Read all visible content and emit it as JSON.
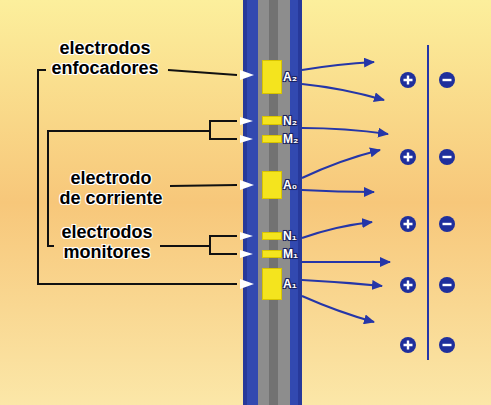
{
  "diagram": {
    "nodes": [
      {
        "text": [
          "A₂"
        ]
      },
      {
        "text": [
          "N₂"
        ]
      },
      {
        "text": [
          "M₂"
        ]
      },
      {
        "text": [
          "A₀"
        ]
      },
      {
        "text": [
          "N₁"
        ]
      },
      {
        "text": [
          "M₁"
        ]
      },
      {
        "text": [
          "A₁"
        ]
      }
    ],
    "labels": [
      "electrodos enfocadores",
      "electrodo de corriente",
      "electrodos monitores"
    ]
  }
}
